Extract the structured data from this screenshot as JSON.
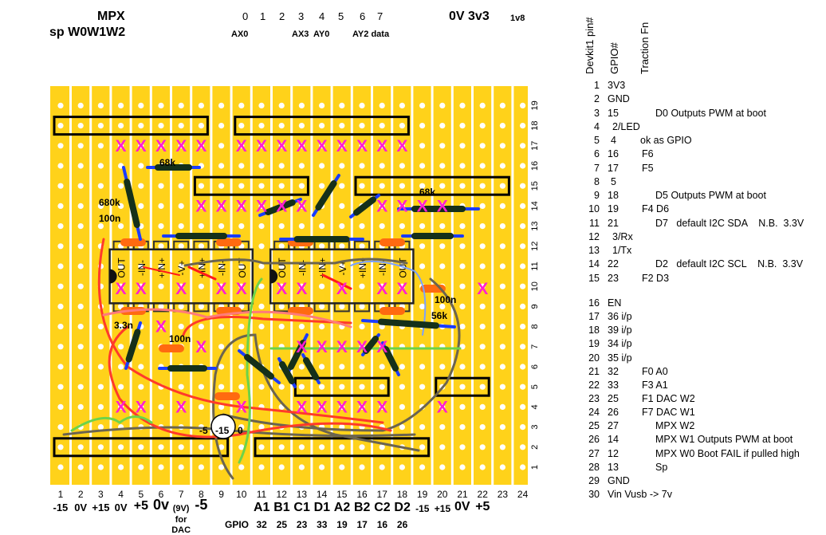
{
  "top": {
    "mpx": "MPX",
    "mpx_sub": "sp W0W1W2",
    "channels": [
      "0",
      "1",
      "2",
      "3",
      "4",
      "5",
      "6",
      "7"
    ],
    "channel_labels": [
      "AX0",
      "AX3",
      "AY0",
      "AY2 data"
    ],
    "rail_labels": "0V 3v3",
    "rail_1v8": "1v8"
  },
  "board": {
    "column_numbers": [
      "1",
      "2",
      "3",
      "4",
      "5",
      "6",
      "7",
      "8",
      "9",
      "10",
      "11",
      "12",
      "13",
      "14",
      "15",
      "16",
      "17",
      "18",
      "19",
      "20",
      "21",
      "22",
      "23",
      "24"
    ],
    "row_numbers": [
      "19",
      "18",
      "17",
      "16",
      "15",
      "14",
      "13",
      "12",
      "11",
      "10",
      "9",
      "8",
      "7",
      "6",
      "5",
      "4",
      "3",
      "2",
      "1"
    ],
    "cut_mark": "X",
    "component_labels": [
      "68k",
      "680k",
      "100n",
      "68k",
      "100n",
      "56k",
      "3.3n",
      "100n",
      "-5",
      "-15",
      "0"
    ],
    "ic_pins": [
      "OUT",
      "-IN-",
      "+IN+",
      "-V+",
      "+IN+",
      "-IN-",
      "OUT"
    ],
    "colors": {
      "strip": "#ffd21a",
      "cut": "#ff1fd0",
      "resistor_body": "#15301a",
      "lead": "#1a3cff",
      "cap": "#ff6a10",
      "wire_red": "#ff3a2a",
      "wire_gray": "#6b6450",
      "wire_green": "#6cd34a"
    }
  },
  "bottom": {
    "power": [
      "-15",
      "0V",
      "+15",
      "0V",
      "+5",
      "0v",
      "(9V)",
      "-5"
    ],
    "dac_note": [
      "for",
      "DAC"
    ],
    "signals": [
      "A1",
      "B1",
      "C1",
      "D1",
      "A2",
      "B2",
      "C2",
      "D2"
    ],
    "power_right": [
      "-15",
      "+15",
      "0V",
      "+5"
    ],
    "gpio_label": "GPIO",
    "gpio": [
      "32",
      "25",
      "23",
      "33",
      "19",
      "17",
      "16",
      "26"
    ]
  },
  "table": {
    "headers": [
      "Devkit1 pin#",
      "GPIO#",
      "Traction Fn"
    ],
    "rows": [
      [
        "1",
        "3V3",
        ""
      ],
      [
        "2",
        "GND",
        ""
      ],
      [
        "3",
        "15",
        "D0 Outputs PWM at boot"
      ],
      [
        "4",
        "2/LED",
        ""
      ],
      [
        "5",
        "4",
        "ok as GPIO"
      ],
      [
        "6",
        "16",
        "F6"
      ],
      [
        "7",
        "17",
        "F5"
      ],
      [
        "8",
        "5",
        ""
      ],
      [
        "9",
        "18",
        "D5 Outputs PWM at boot"
      ],
      [
        "10",
        "19",
        "F4 D6"
      ],
      [
        "11",
        "21",
        "D7   default I2C SDA    N.B.  3.3V"
      ],
      [
        "12",
        "3/Rx",
        ""
      ],
      [
        "13",
        "1/Tx",
        ""
      ],
      [
        "14",
        "22",
        "D2   default I2C SCL    N.B.  3.3V"
      ],
      [
        "15",
        "23",
        "F2 D3"
      ],
      [
        "16",
        "EN",
        ""
      ],
      [
        "17",
        "36 i/p",
        ""
      ],
      [
        "18",
        "39 i/p",
        ""
      ],
      [
        "19",
        "34 i/p",
        ""
      ],
      [
        "20",
        "35 i/p",
        ""
      ],
      [
        "21",
        "32",
        "F0 A0"
      ],
      [
        "22",
        "33",
        "F3 A1"
      ],
      [
        "23",
        "25",
        "F1 DAC W2"
      ],
      [
        "24",
        "26",
        "F7 DAC W1"
      ],
      [
        "25",
        "27",
        "MPX W2"
      ],
      [
        "26",
        "14",
        "MPX W1 Outputs PWM at boot"
      ],
      [
        "27",
        "12",
        "MPX W0 Boot FAIL if pulled high"
      ],
      [
        "28",
        "13",
        "Sp"
      ],
      [
        "29",
        "GND",
        ""
      ],
      [
        "30",
        "Vin Vusb -> 7v",
        ""
      ]
    ]
  }
}
